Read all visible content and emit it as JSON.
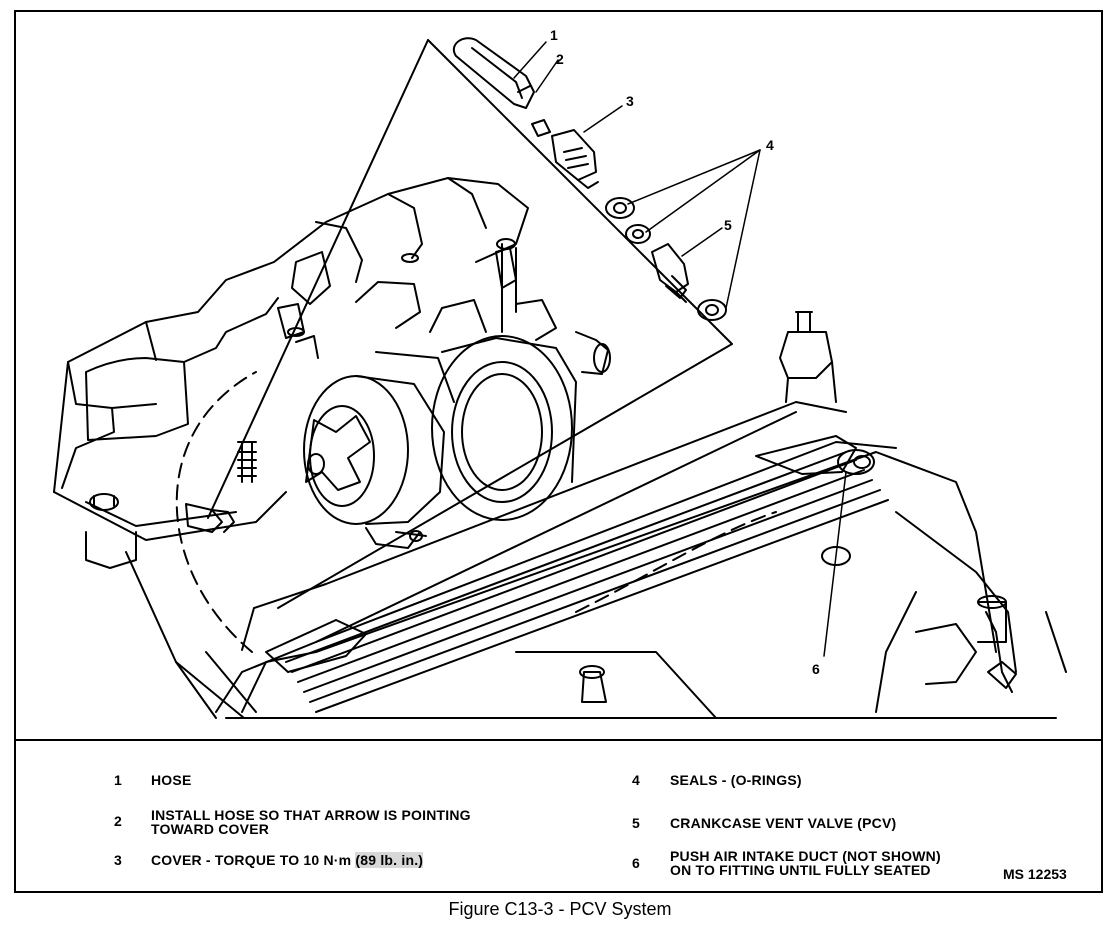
{
  "diagram": {
    "callouts": [
      "1",
      "2",
      "3",
      "4",
      "5",
      "6"
    ]
  },
  "legend": {
    "items": [
      {
        "num": "1",
        "text": "HOSE"
      },
      {
        "num": "2",
        "text": "INSTALL HOSE SO THAT ARROW IS POINTING\nTOWARD COVER"
      },
      {
        "num": "3",
        "text_prefix": "COVER - TORQUE TO 10 N·m ",
        "text_highlight": "(89 lb. in.)"
      },
      {
        "num": "4",
        "text": "SEALS - (O-RINGS)"
      },
      {
        "num": "5",
        "text": "CRANKCASE VENT VALVE (PCV)"
      },
      {
        "num": "6",
        "text": "PUSH AIR INTAKE DUCT (NOT SHOWN)\nON TO FITTING UNTIL FULLY SEATED"
      }
    ]
  },
  "drawing_id": "MS 12253",
  "caption": "Figure C13-3 - PCV System"
}
